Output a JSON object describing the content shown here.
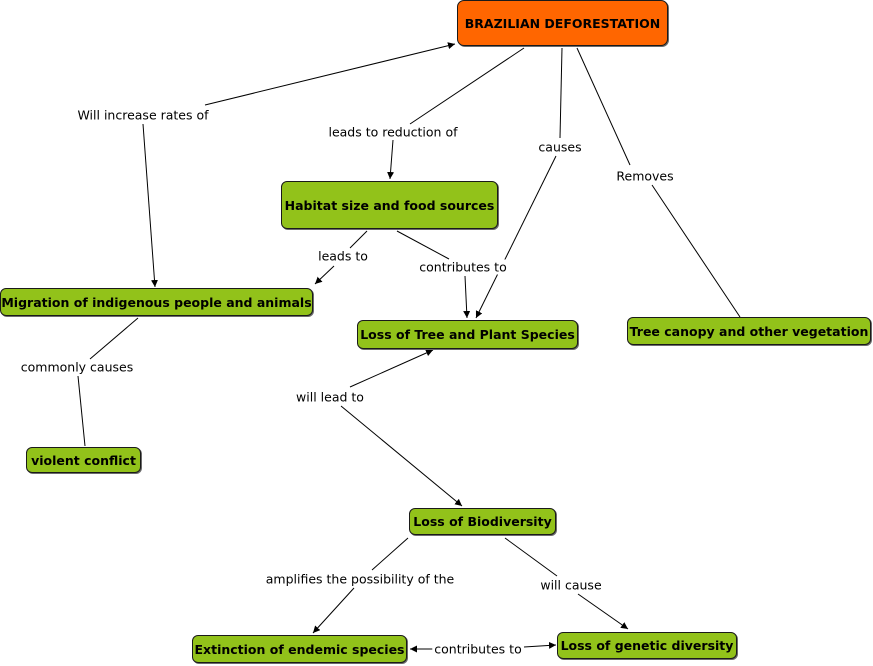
{
  "nodes": {
    "root": "BRAZILIAN DEFORESTATION",
    "habitat": "Habitat size and food sources",
    "migration": "Migration of indigenous people and animals",
    "loss_tree": "Loss of Tree and Plant Species",
    "canopy": "Tree canopy and other vegetation",
    "violent": "violent conflict",
    "biodiversity": "Loss of Biodiversity",
    "extinction": "Extinction of endemic species",
    "genetic": "Loss of genetic diversity"
  },
  "links": {
    "will_increase": "Will increase rates of",
    "leads_reduction": "leads to reduction of",
    "causes": "causes",
    "removes": "Removes",
    "leads_to": "leads to",
    "contributes_to_1": "contributes to",
    "commonly_causes": "commonly causes",
    "will_lead_to": "will lead to",
    "amplifies": "amplifies the possibility of the",
    "will_cause": "will cause",
    "contributes_to_2": "contributes to"
  },
  "colors": {
    "root_fill": "#ff6600",
    "node_fill": "#92c21a",
    "line": "#000000"
  }
}
